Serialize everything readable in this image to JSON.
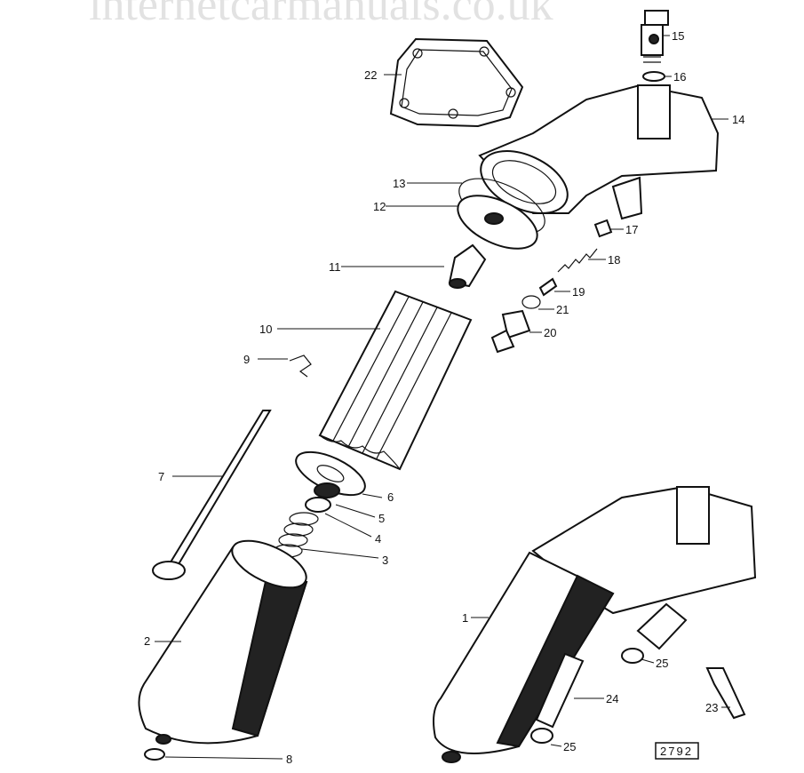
{
  "watermark": "internetcarmanuals.co.uk",
  "reference_number": "2792",
  "callouts": {
    "p1": "1",
    "p2": "2",
    "p3": "3",
    "p4": "4",
    "p5": "5",
    "p6": "6",
    "p7": "7",
    "p8": "8",
    "p9": "9",
    "p10": "10",
    "p11": "11",
    "p12": "12",
    "p13": "13",
    "p14": "14",
    "p15": "15",
    "p16": "16",
    "p17": "17",
    "p18": "18",
    "p19": "19",
    "p20": "20",
    "p21": "21",
    "p22": "22",
    "p23": "23",
    "p24": "24",
    "p25a": "25",
    "p25b": "25"
  },
  "colors": {
    "ink": "#111111",
    "paper": "#ffffff",
    "watermark": "#e2e2e2"
  }
}
